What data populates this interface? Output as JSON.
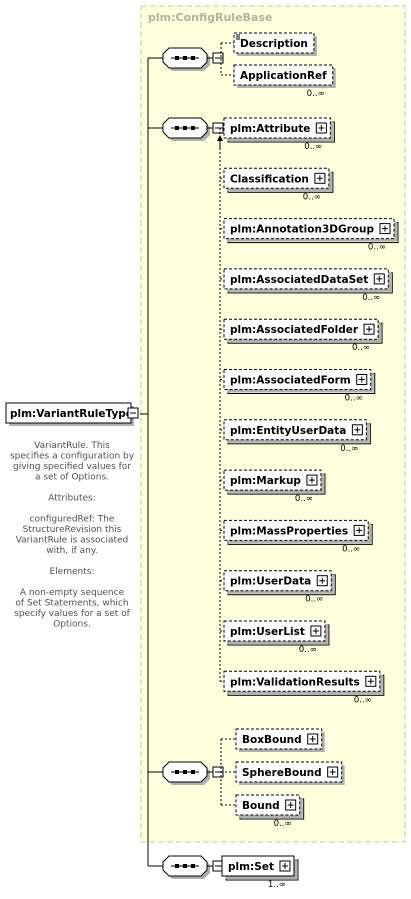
{
  "base_group": {
    "label": "plm:ConfigRuleBase"
  },
  "root": {
    "label": "plm:VariantRuleType"
  },
  "documentation": [
    "VariantRule. This",
    "specifies a configuration by",
    "giving specified values for",
    "a set of Options.",
    "",
    "Attributes:",
    "",
    "configuredRef: The",
    "StructureRevision this",
    "VariantRule is associated",
    "with, if any.",
    "",
    "Elements:",
    "",
    "A non-empty sequence",
    "of Set Statements, which",
    "specify values for a set of",
    "Options."
  ],
  "seq1": [
    {
      "label": "Description",
      "cardinality": "",
      "expandable": false,
      "doc": true
    },
    {
      "label": "ApplicationRef",
      "cardinality": "0..∞",
      "expandable": false,
      "doc": false
    }
  ],
  "seq2": [
    {
      "label": "plm:Attribute",
      "cardinality": "0..∞"
    },
    {
      "label": "Classification",
      "cardinality": "0..∞"
    },
    {
      "label": "plm:Annotation3DGroup",
      "cardinality": "0..∞"
    },
    {
      "label": "plm:AssociatedDataSet",
      "cardinality": "0..∞"
    },
    {
      "label": "plm:AssociatedFolder",
      "cardinality": "0..∞"
    },
    {
      "label": "plm:AssociatedForm",
      "cardinality": "0..∞"
    },
    {
      "label": "plm:EntityUserData",
      "cardinality": "0..∞"
    },
    {
      "label": "plm:Markup",
      "cardinality": "0..∞"
    },
    {
      "label": "plm:MassProperties",
      "cardinality": "0..∞"
    },
    {
      "label": "plm:UserData",
      "cardinality": "0..∞"
    },
    {
      "label": "plm:UserList",
      "cardinality": "0..∞"
    },
    {
      "label": "plm:ValidationResults",
      "cardinality": "0..∞"
    }
  ],
  "seq3": [
    {
      "label": "BoxBound",
      "cardinality": ""
    },
    {
      "label": "SphereBound",
      "cardinality": ""
    },
    {
      "label": "Bound",
      "cardinality": "0..∞"
    }
  ],
  "seq4": [
    {
      "label": "plm:Set",
      "cardinality": "1..∞"
    }
  ],
  "colors": {
    "base_fill": "#ffffdd",
    "base_border": "#c8c8a0",
    "line": "#000000",
    "shadow": "#b0b0b0"
  }
}
